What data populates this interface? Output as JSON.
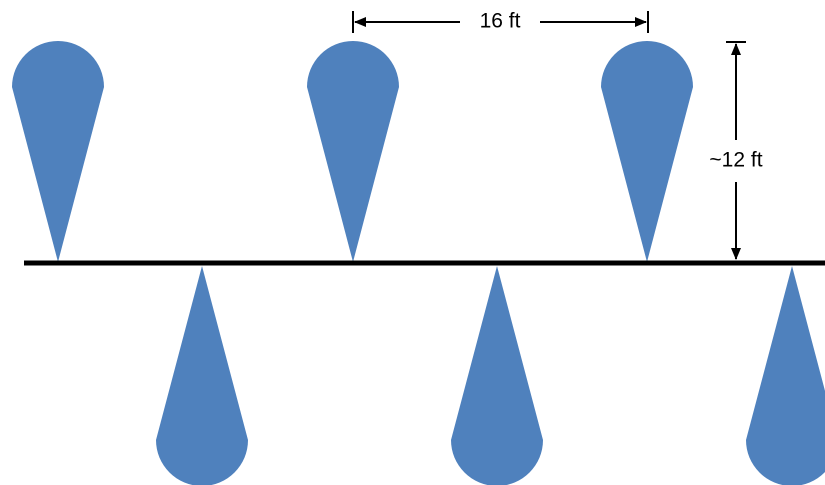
{
  "colors": {
    "shape": "#4F81BD",
    "line": "#000000",
    "background": "#FFFFFF"
  },
  "dimensions": {
    "spacing_label": "16 ft",
    "height_label": "~12 ft"
  },
  "shapes": {
    "count_above": 3,
    "count_below": 3
  }
}
